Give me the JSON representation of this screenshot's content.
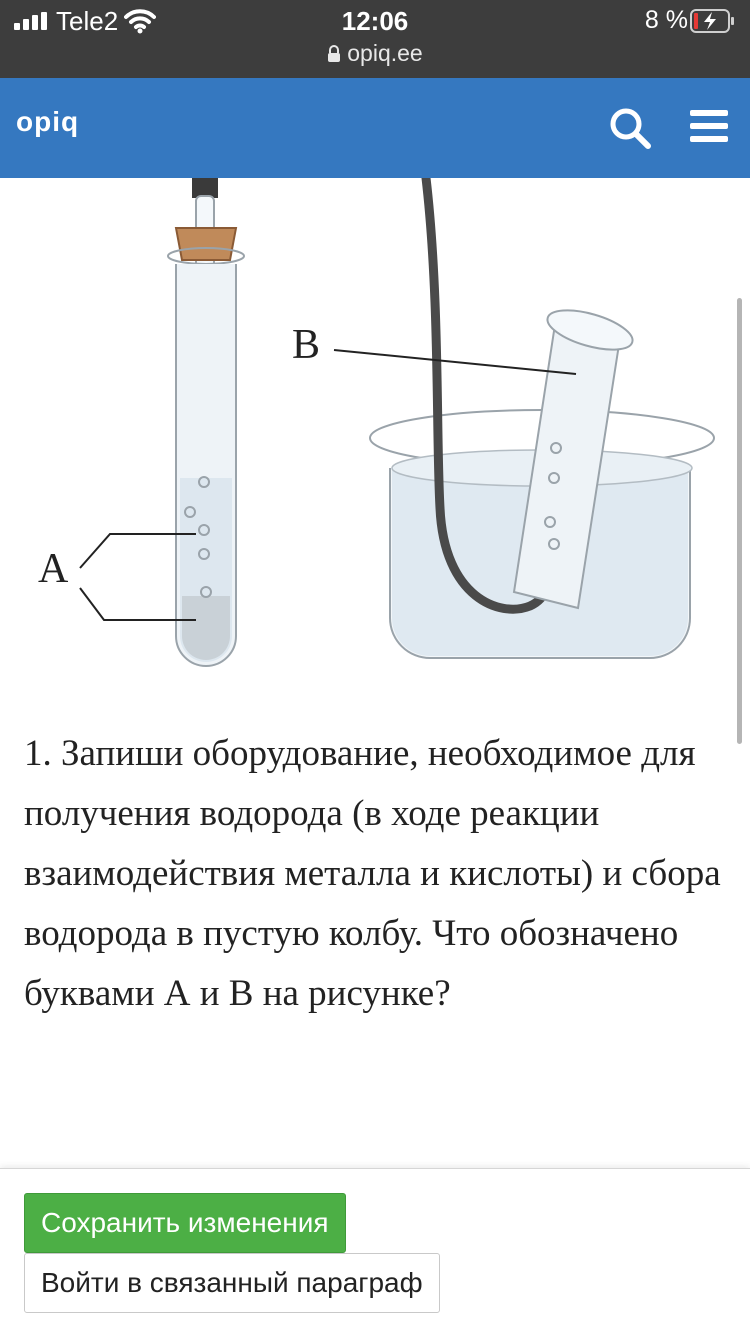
{
  "status_bar": {
    "carrier": "Tele2",
    "time": "12:06",
    "url": "opiq.ee",
    "battery": "8 %"
  },
  "header": {
    "logo": "opiq",
    "icons": [
      "search-icon",
      "menu-icon"
    ]
  },
  "figure": {
    "label_a": "A",
    "label_b": "B"
  },
  "question": {
    "text": "1. Запиши оборудование, необходимое для получения водорода (в ходе реакции взаимодействия металла и кислоты) и сбора водорода в пустую колбу. Что обозначено буквами А и В на рисунке?"
  },
  "actions": {
    "save_label": "Сохранить изменения",
    "link_label": "Войти в связанный параграф"
  },
  "colors": {
    "status_bar": "#3d3d3d",
    "header": "#3578c0",
    "save_button": "#4caf45"
  }
}
